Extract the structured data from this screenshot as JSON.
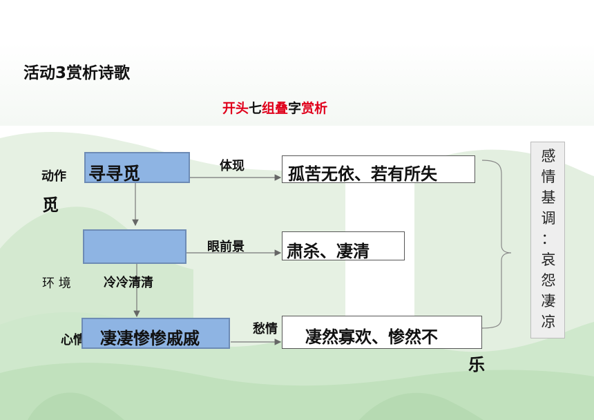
{
  "title": "活动3赏析诗歌",
  "subtitle": {
    "parts": [
      {
        "text": "开头",
        "color": "#e0001b"
      },
      {
        "text": "七",
        "color": "#111111"
      },
      {
        "text": "组",
        "color": "#e0001b"
      },
      {
        "text": "叠",
        "color": "#e0001b"
      },
      {
        "text": "字",
        "color": "#111111"
      },
      {
        "text": "赏析",
        "color": "#e0001b"
      }
    ]
  },
  "rows": [
    {
      "side_label": "动作",
      "side_label_extra": "觅",
      "box_text": "寻寻觅",
      "link_label": "体现",
      "result": "孤苦无依、若有所失"
    },
    {
      "side_label": "环 境",
      "box_text": "",
      "below_text": "冷冷清清",
      "link_label": "眼前景",
      "result": "肃杀、凄清"
    },
    {
      "side_label": "心情",
      "box_text": "凄凄惨惨戚戚",
      "link_label": "愁情",
      "result": "凄然寡欢、惨然不",
      "result_extra": "乐"
    }
  ],
  "summary_chars": [
    "感",
    "情",
    "基",
    "调",
    "：",
    "哀",
    "怨",
    "凄",
    "凉"
  ],
  "colors": {
    "accent_red": "#e0001b",
    "box_fill": "#8eb4e3",
    "box_border": "#6d8bb5",
    "hill_green": "#cfe8cc"
  }
}
